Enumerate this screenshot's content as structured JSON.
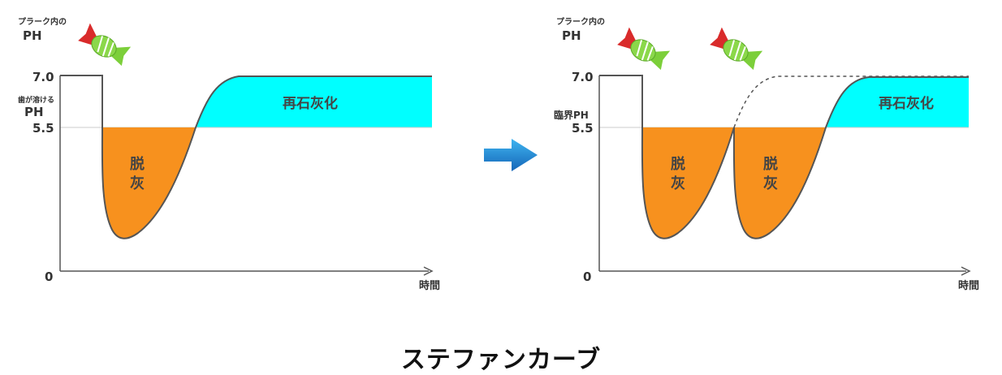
{
  "caption": "ステファンカーブ",
  "left_panel": {
    "y_axis_title_small": "プラーク内の",
    "y_axis_title_big": "PH",
    "tick_top": "7.0",
    "critical_label_small": "歯が溶ける",
    "critical_label_big": "PH",
    "tick_critical": "5.5",
    "tick_zero": "0",
    "x_axis_label": "時間",
    "demineralization_label": [
      "脱",
      "灰"
    ],
    "remineralization_label": "再石灰化"
  },
  "right_panel": {
    "y_axis_title_small": "プラーク内の",
    "y_axis_title_big": "PH",
    "tick_top": "7.0",
    "critical_label": "臨界PH",
    "tick_critical": "5.5",
    "tick_zero": "0",
    "x_axis_label": "時間",
    "demineralization_label": [
      "脱",
      "灰"
    ],
    "remineralization_label": "再石灰化"
  },
  "icons": {
    "candy": "candy-icon",
    "arrow": "right-arrow-icon"
  },
  "colors": {
    "demineralization": "#f7911e",
    "remineralization": "#00ffff",
    "curve": "#555555",
    "arrow_top": "#33aaee",
    "arrow_bottom": "#1566b8"
  }
}
